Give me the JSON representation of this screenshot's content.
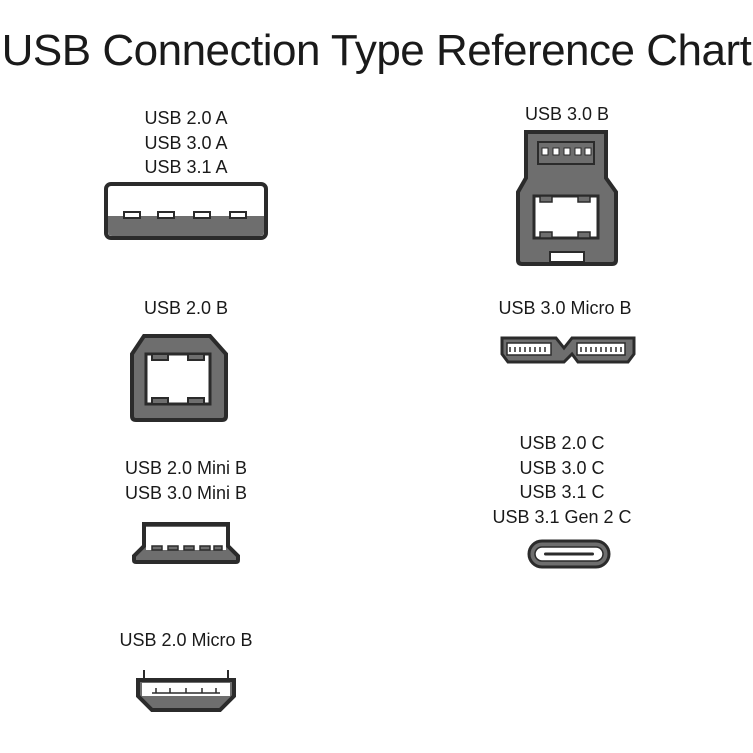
{
  "title": "USB Connection Type Reference Chart",
  "connectors": {
    "usb_a": {
      "lines": [
        "USB 2.0 A",
        "USB 3.0 A",
        "USB 3.1 A"
      ],
      "icon": "usb-a-icon"
    },
    "usb_b": {
      "lines": [
        "USB 2.0 B"
      ],
      "icon": "usb-b-icon"
    },
    "mini_b": {
      "lines": [
        "USB 2.0 Mini B",
        "USB 3.0 Mini B"
      ],
      "icon": "usb-mini-b-icon"
    },
    "micro_b": {
      "lines": [
        "USB 2.0 Micro B"
      ],
      "icon": "usb-micro-b-icon"
    },
    "usb3_b": {
      "lines": [
        "USB 3.0 B"
      ],
      "icon": "usb-3-b-icon"
    },
    "usb3_micro_b": {
      "lines": [
        "USB 3.0 Micro B"
      ],
      "icon": "usb-3-micro-b-icon"
    },
    "usb_c": {
      "lines": [
        "USB 2.0 C",
        "USB 3.0 C",
        "USB 3.1 C",
        "USB 3.1 Gen 2 C"
      ],
      "icon": "usb-c-icon"
    }
  },
  "colors": {
    "outline": "#2b2b2b",
    "fill_dark": "#6e6e6e",
    "fill_light": "#ffffff"
  }
}
